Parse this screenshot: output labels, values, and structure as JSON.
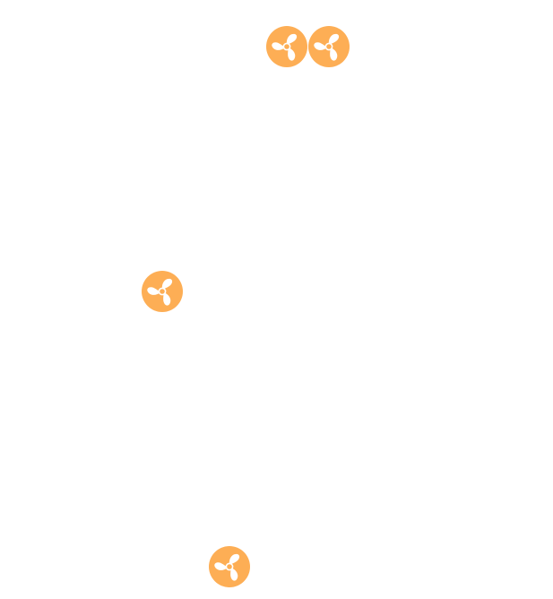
{
  "theme": {
    "background": "#ffffff",
    "marker_color": "#fdae55",
    "glyph_color": "#ffffff"
  },
  "markers": [
    {
      "id": "fan-1",
      "icon": "fan-icon"
    },
    {
      "id": "fan-2",
      "icon": "fan-icon"
    },
    {
      "id": "fan-3",
      "icon": "fan-icon"
    },
    {
      "id": "fan-4",
      "icon": "fan-icon"
    }
  ]
}
